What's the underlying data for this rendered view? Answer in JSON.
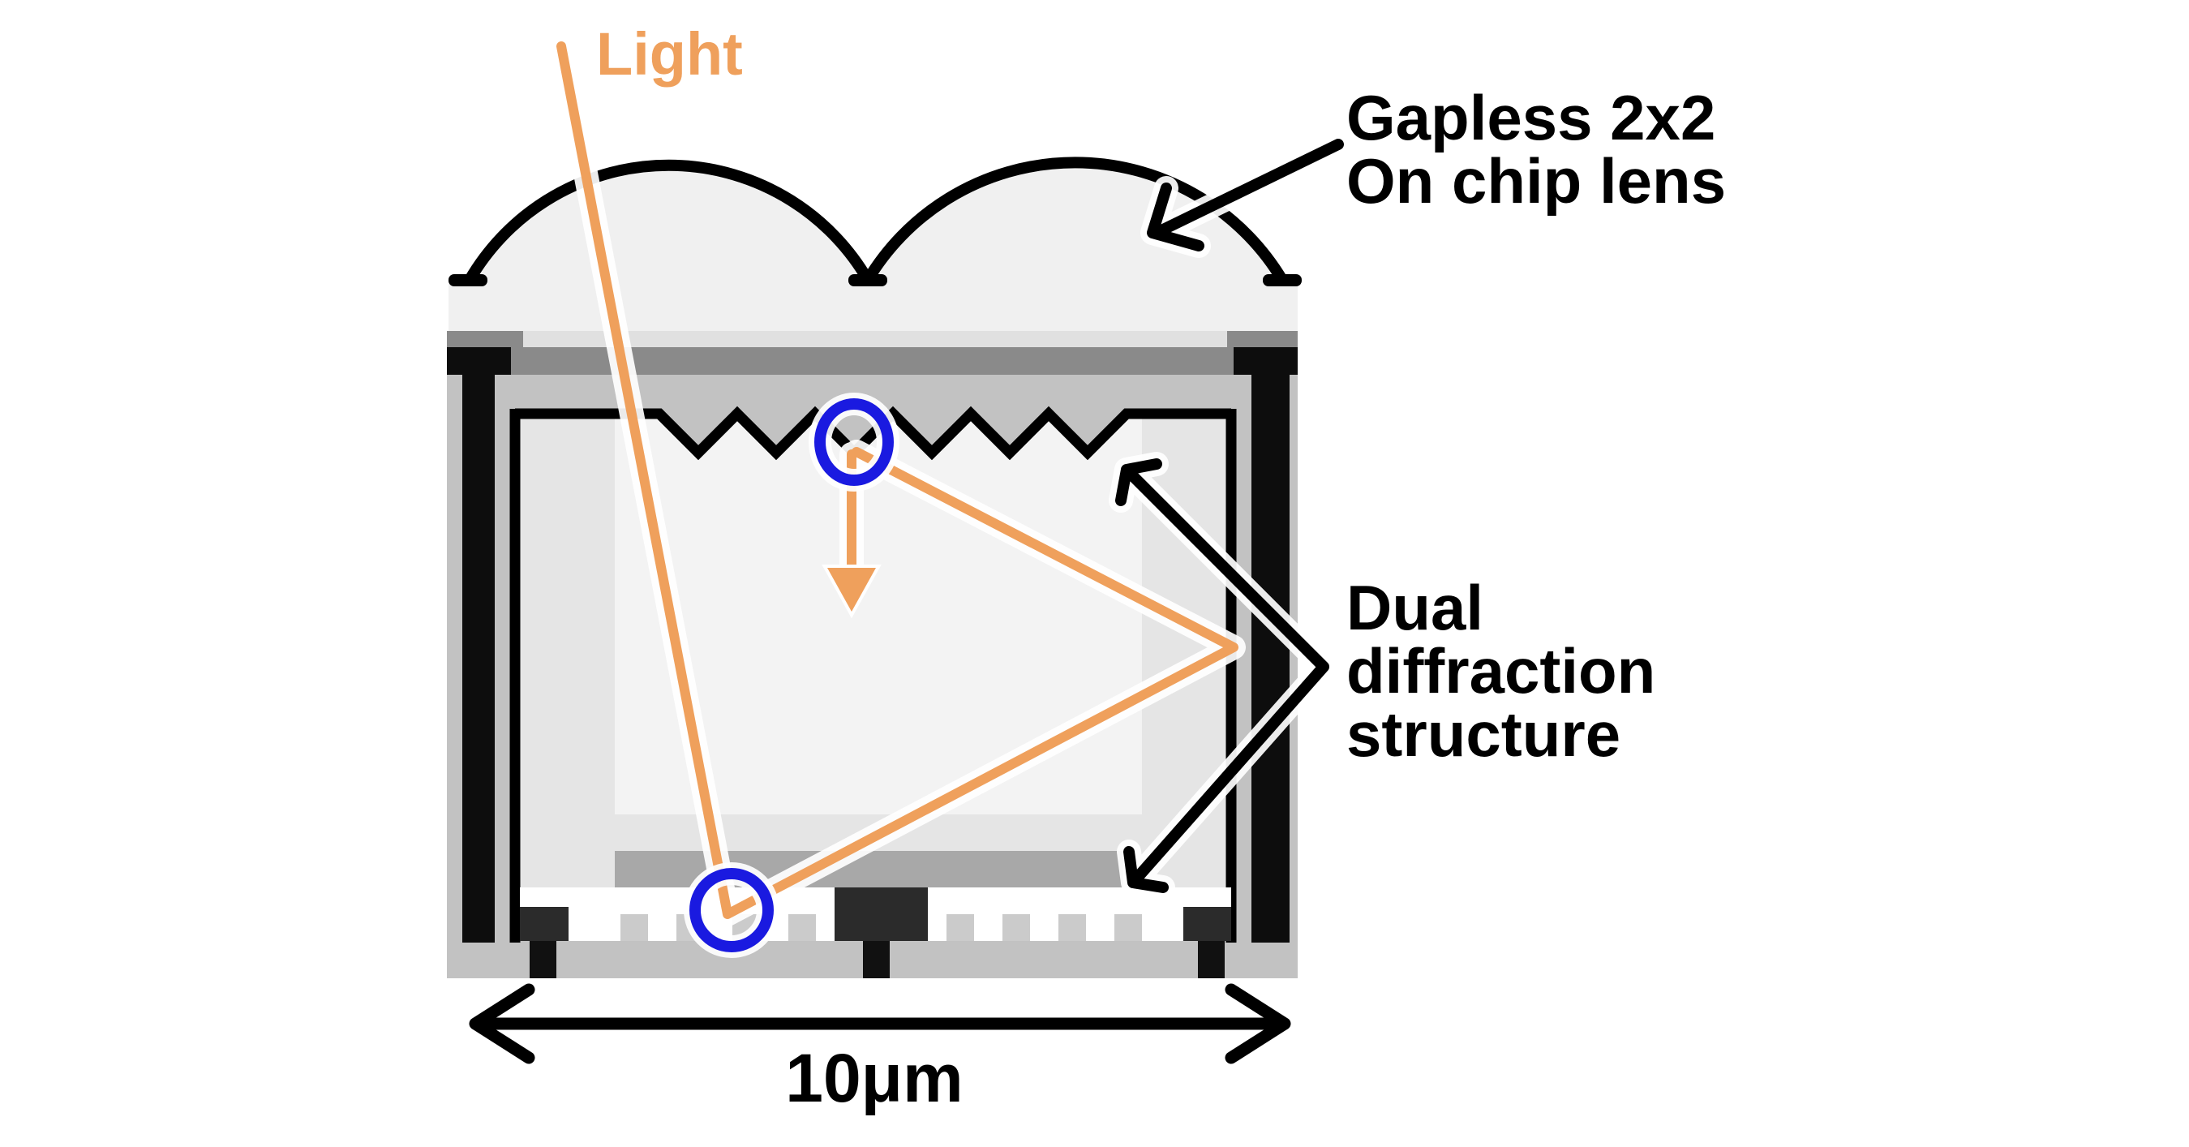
{
  "labels": {
    "light": "Light",
    "lens_label_line1": "Gapless 2x2",
    "lens_label_line2": "On chip lens",
    "dual_label_line1": "Dual",
    "dual_label_line2": "diffraction",
    "dual_label_line3": "structure",
    "scale_label": "10μm"
  },
  "colors": {
    "light_ray_orange": "#efa05c",
    "diffraction_circle_blue": "#1a1ae0",
    "annotation_black": "#000000",
    "lens_fill": "#f0f0f0",
    "ceiling_gray": "#c2c2c2",
    "wiring_gray": "#8a8a8a",
    "mid_slab_gray": "#a8a8a8"
  }
}
